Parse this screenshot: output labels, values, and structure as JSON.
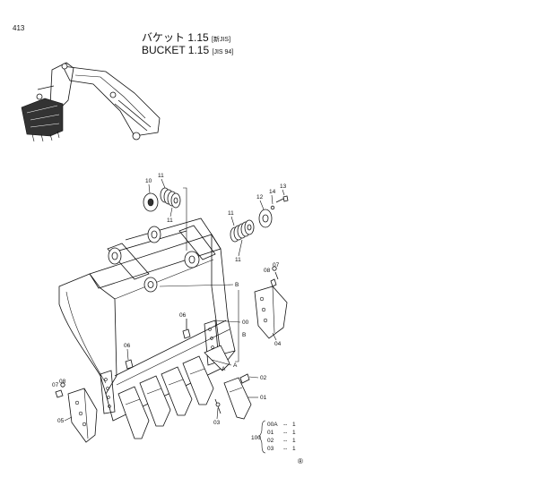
{
  "header": {
    "page_number": "413",
    "title_jp_main": "バケット 1.15",
    "title_jp_suffix": "[新JIS]",
    "title_en_main": "BUCKET  1.15",
    "title_en_suffix": "[JIS 94]"
  },
  "callouts": {
    "c10": "10",
    "c11a": "11",
    "c11b": "11",
    "c11c": "11",
    "c11d": "11",
    "c12": "12",
    "c13": "13",
    "c14": "14",
    "c08a": "08",
    "c07a": "07",
    "c04": "04",
    "c00": "00",
    "cB1": "B",
    "cB2": "B",
    "cA1": "A",
    "cA2": "A",
    "c06a": "06",
    "c06b": "06",
    "c07b": "07",
    "c08b": "08",
    "c05": "05",
    "c02": "02",
    "c01": "01",
    "c03": "03"
  },
  "assembly_table": {
    "parent": "100",
    "rows": [
      {
        "code": "00A",
        "sep": "--",
        "qty": "1"
      },
      {
        "code": "01",
        "sep": "--",
        "qty": "1"
      },
      {
        "code": "02",
        "sep": "--",
        "qty": "1"
      },
      {
        "code": "03",
        "sep": "--",
        "qty": "1"
      }
    ]
  },
  "footer_mark": "®"
}
